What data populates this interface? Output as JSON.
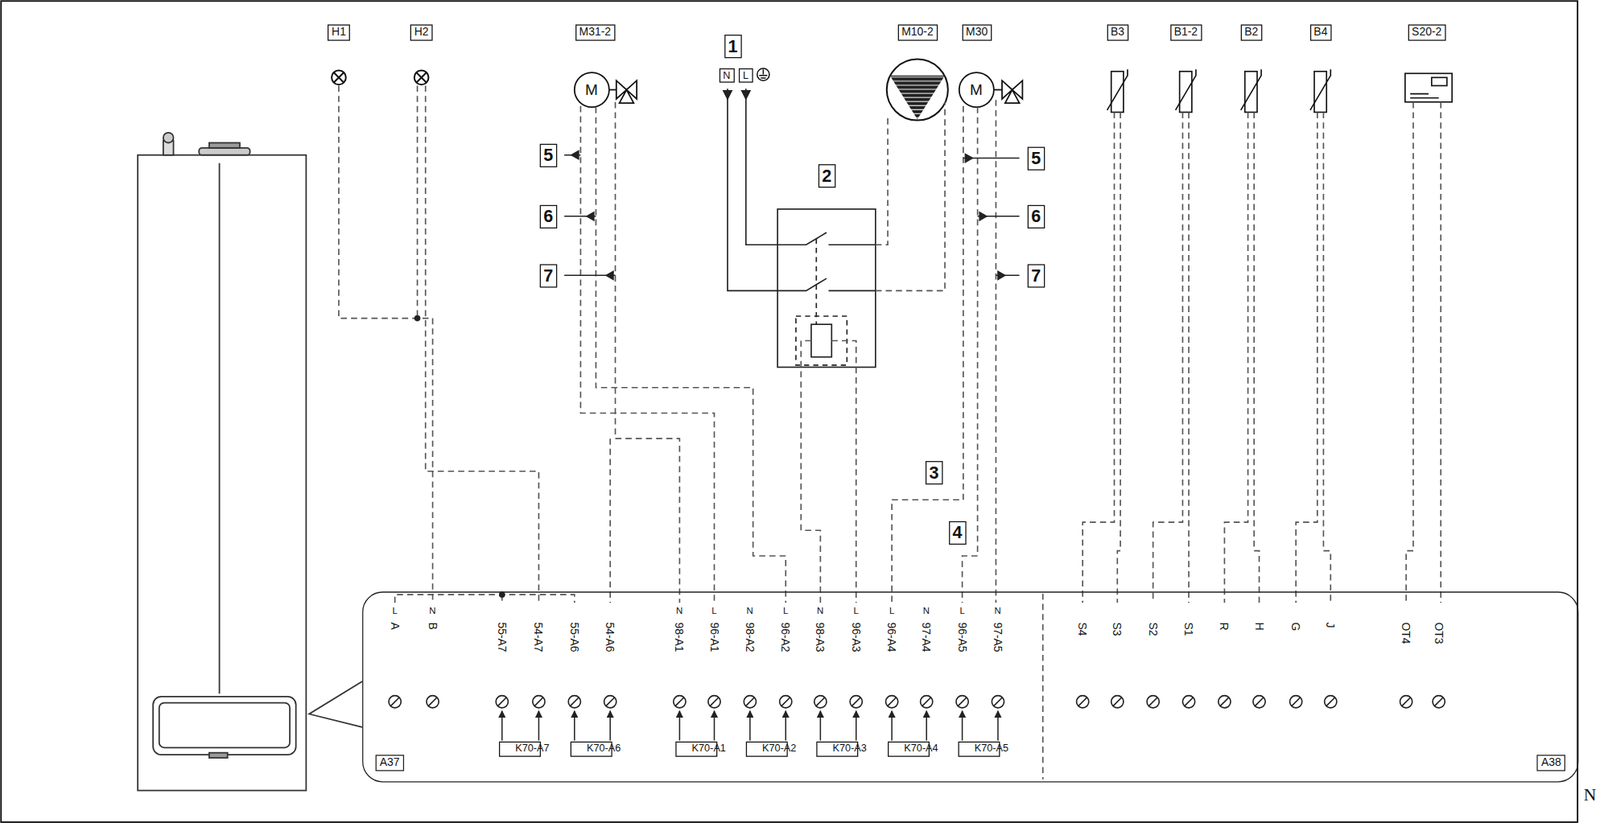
{
  "diagram": {
    "nodes": [
      {
        "text": [
          "H1"
        ]
      },
      {
        "text": [
          "H2"
        ]
      },
      {
        "text": [
          "M31-2"
        ]
      },
      {
        "text": [
          "1"
        ]
      },
      {
        "text": [
          "M10-2"
        ]
      },
      {
        "text": [
          "M30"
        ]
      },
      {
        "text": [
          "B3"
        ]
      },
      {
        "text": [
          "B1-2"
        ]
      },
      {
        "text": [
          "B2"
        ]
      },
      {
        "text": [
          "B4"
        ]
      },
      {
        "text": [
          "S20-2"
        ]
      },
      {
        "text": [
          "N"
        ]
      },
      {
        "text": [
          "L"
        ]
      },
      {
        "text": [
          "5"
        ]
      },
      {
        "text": [
          "5"
        ]
      },
      {
        "text": [
          "2"
        ]
      },
      {
        "text": [
          "6"
        ]
      },
      {
        "text": [
          "6"
        ]
      },
      {
        "text": [
          "7"
        ]
      },
      {
        "text": [
          "7"
        ]
      },
      {
        "text": [
          "3"
        ]
      },
      {
        "text": [
          "4"
        ]
      },
      {
        "text": [
          "A37",
          "A38"
        ]
      },
      {
        "text": [
          "K70-A7"
        ],
        "in": 22
      },
      {
        "text": [
          "K70-A6"
        ],
        "in": 22
      },
      {
        "text": [
          "K70-A1"
        ],
        "in": 22
      },
      {
        "text": [
          "K70-A2"
        ],
        "in": 22
      },
      {
        "text": [
          "K70-A3"
        ],
        "in": 22
      },
      {
        "text": [
          "K70-A4"
        ],
        "in": 22
      },
      {
        "text": [
          "K70-A5"
        ],
        "in": 22
      }
    ],
    "labels": [
      "M",
      "M",
      "L",
      "A",
      "N",
      "B",
      "55-A7",
      "54-A7",
      "55-A6",
      "54-A6",
      "N",
      "98-A1",
      "L",
      "96-A1",
      "N",
      "98-A2",
      "L",
      "96-A2",
      "N",
      "98-A3",
      "L",
      "96-A3",
      "L",
      "96-A4",
      "N",
      "97-A4",
      "L",
      "96-A5",
      "N",
      "97-A5",
      "S4",
      "S3",
      "S2",
      "S1",
      "R",
      "H",
      "G",
      "J",
      "OT4",
      "OT3",
      "N"
    ]
  }
}
